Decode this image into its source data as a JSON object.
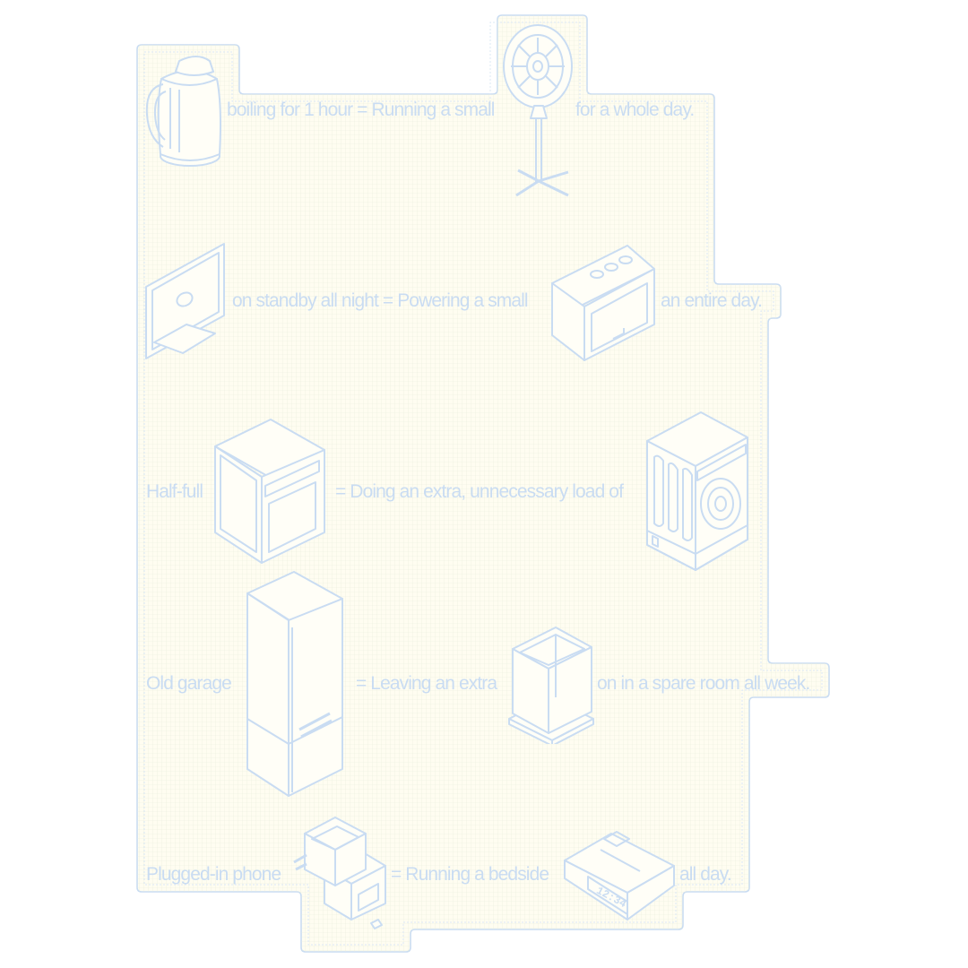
{
  "colors": {
    "line": "#c9dcf2",
    "text": "#c9dcf2",
    "paper": "#fffdf1",
    "grid": "#e8eddc",
    "icon_fill": "#fffef7"
  },
  "rows": [
    {
      "id": "kettle-fan",
      "icon_a": "kettle-icon",
      "text_a": "boiling for 1 hour = Running a small",
      "icon_b": "standing-fan-icon",
      "text_b": "for a whole day."
    },
    {
      "id": "tv-radio",
      "icon_a": "tv-icon",
      "text_a": "on standby all night = Powering a small",
      "icon_b": "radio-icon",
      "text_b": "an entire day."
    },
    {
      "id": "dishwasher-washer",
      "text_pre": "Half-full",
      "icon_a": "dishwasher-icon",
      "text_a": "= Doing an extra, unnecessary load of",
      "icon_b": "washing-machine-icon"
    },
    {
      "id": "fridge-bin",
      "text_pre": "Old garage",
      "icon_a": "fridge-icon",
      "text_a": "= Leaving an extra",
      "icon_b": "bin-icon",
      "text_b": "on in a spare room all week."
    },
    {
      "id": "charger-clock",
      "text_pre": "Plugged-in phone",
      "icon_a": "charger-icon",
      "text_a": "= Running a bedside",
      "icon_b": "alarm-clock-icon",
      "text_b": "all day."
    }
  ],
  "clock_display": "12:34"
}
